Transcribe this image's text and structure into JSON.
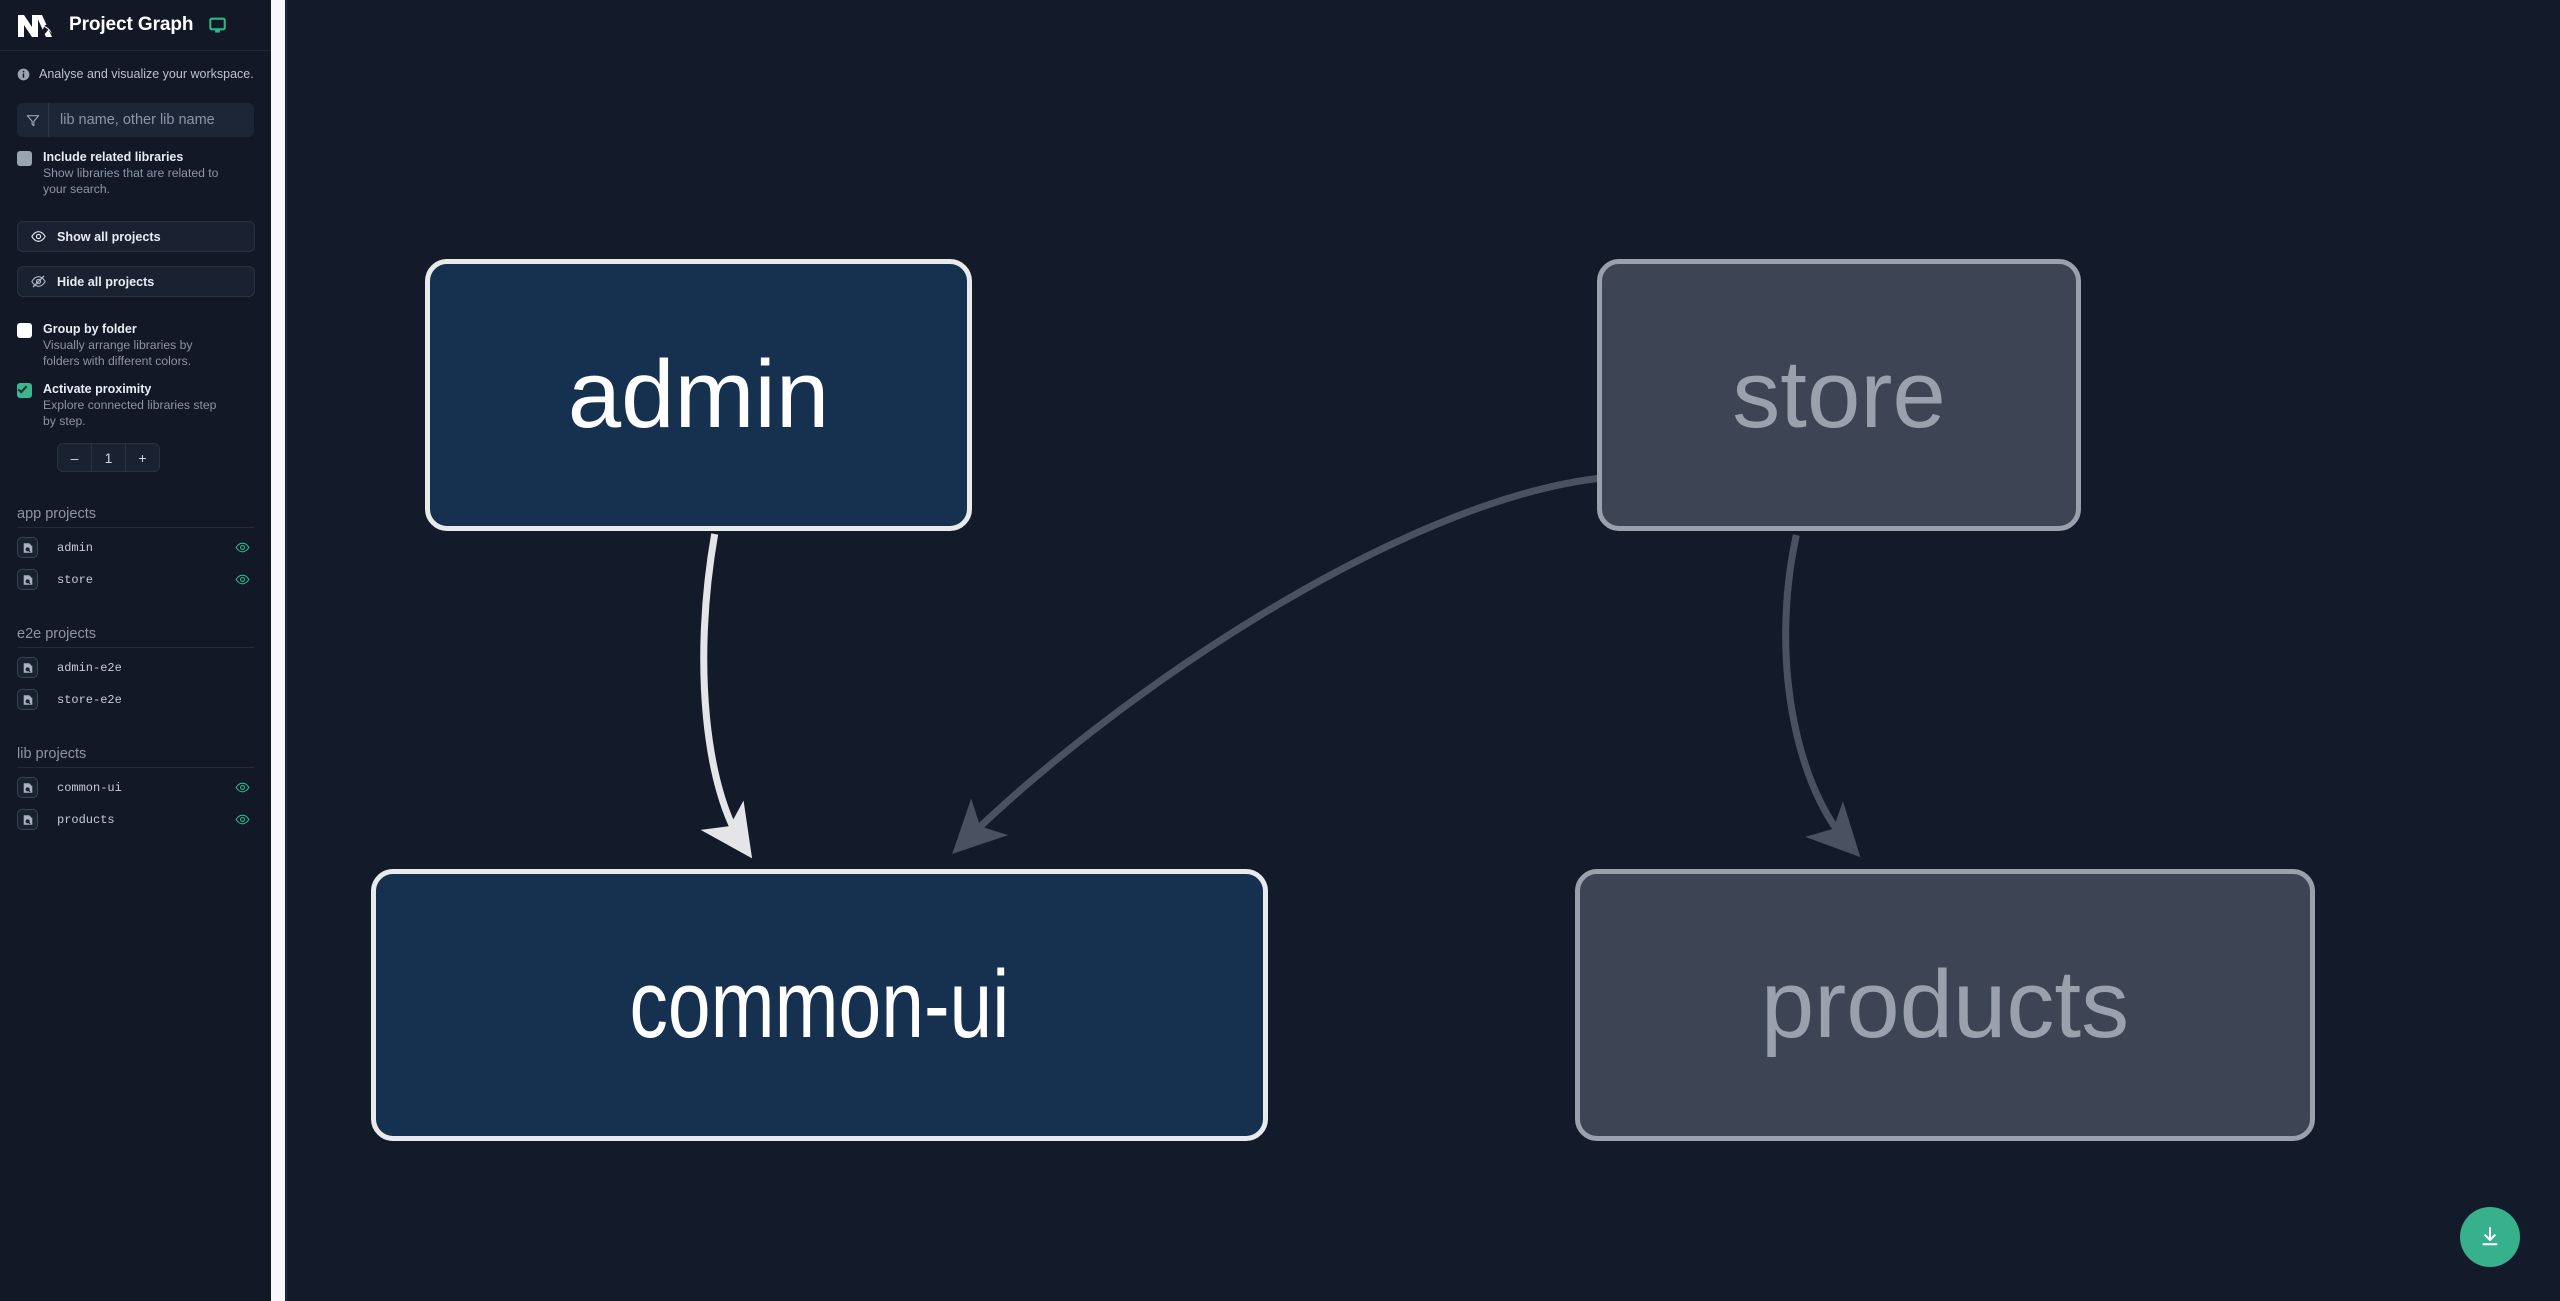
{
  "app": {
    "title": "Project Graph",
    "logo_icon": "nx-logo",
    "monitor_icon": "monitor-icon",
    "tagline": "Analyse and visualize your workspace.",
    "info_icon": "info-icon"
  },
  "search": {
    "placeholder": "lib name, other lib name",
    "value": "",
    "filter_icon": "funnel-icon"
  },
  "options": {
    "include_related": {
      "label": "Include related libraries",
      "description": "Show libraries that are related to your search.",
      "checked": false,
      "state": "grey"
    },
    "group_by_folder": {
      "label": "Group by folder",
      "description": "Visually arrange libraries by folders with different colors.",
      "checked": false,
      "state": "white"
    },
    "activate_proximity": {
      "label": "Activate proximity",
      "description": "Explore connected libraries step by step.",
      "checked": true,
      "state": "green"
    }
  },
  "buttons": {
    "show_all": {
      "label": "Show all projects",
      "icon": "eye-icon"
    },
    "hide_all": {
      "label": "Hide all projects",
      "icon": "eye-off-icon"
    }
  },
  "stepper": {
    "decrement_label": "–",
    "value": "1",
    "increment_label": "+"
  },
  "project_groups": [
    {
      "title": "app projects",
      "projects": [
        {
          "name": "admin",
          "icon": "project-icon",
          "visible": true,
          "eye_icon": "eye-icon"
        },
        {
          "name": "store",
          "icon": "project-icon",
          "visible": true,
          "eye_icon": "eye-icon"
        }
      ]
    },
    {
      "title": "e2e projects",
      "projects": [
        {
          "name": "admin-e2e",
          "icon": "project-icon",
          "visible": false,
          "eye_icon": ""
        },
        {
          "name": "store-e2e",
          "icon": "project-icon",
          "visible": false,
          "eye_icon": ""
        }
      ]
    },
    {
      "title": "lib projects",
      "projects": [
        {
          "name": "common-ui",
          "icon": "project-icon",
          "visible": true,
          "eye_icon": "eye-icon"
        },
        {
          "name": "products",
          "icon": "project-icon",
          "visible": true,
          "eye_icon": "eye-icon"
        }
      ]
    }
  ],
  "graph": {
    "nodes": [
      {
        "id": "admin",
        "label": "admin",
        "state": "highlight"
      },
      {
        "id": "store",
        "label": "store",
        "state": "dim"
      },
      {
        "id": "common-ui",
        "label": "common-ui",
        "state": "highlight"
      },
      {
        "id": "products",
        "label": "products",
        "state": "dim"
      }
    ],
    "edges": [
      {
        "from": "admin",
        "to": "common-ui",
        "state": "highlight"
      },
      {
        "from": "store",
        "to": "common-ui",
        "state": "dim"
      },
      {
        "from": "store",
        "to": "products",
        "state": "dim"
      }
    ]
  },
  "download_button": {
    "icon": "download-icon",
    "label": ""
  },
  "colors": {
    "accent_green": "#37b18b",
    "canvas_background": "#131b2a",
    "sidebar_background": "#121826",
    "node_highlight_fill": "#16304f",
    "node_highlight_border": "#e9eaec",
    "node_dim_fill": "#3d4453",
    "node_dim_border": "#9aa1ad",
    "edge_highlight": "#e3e5e8",
    "edge_dim": "#4a5261"
  }
}
